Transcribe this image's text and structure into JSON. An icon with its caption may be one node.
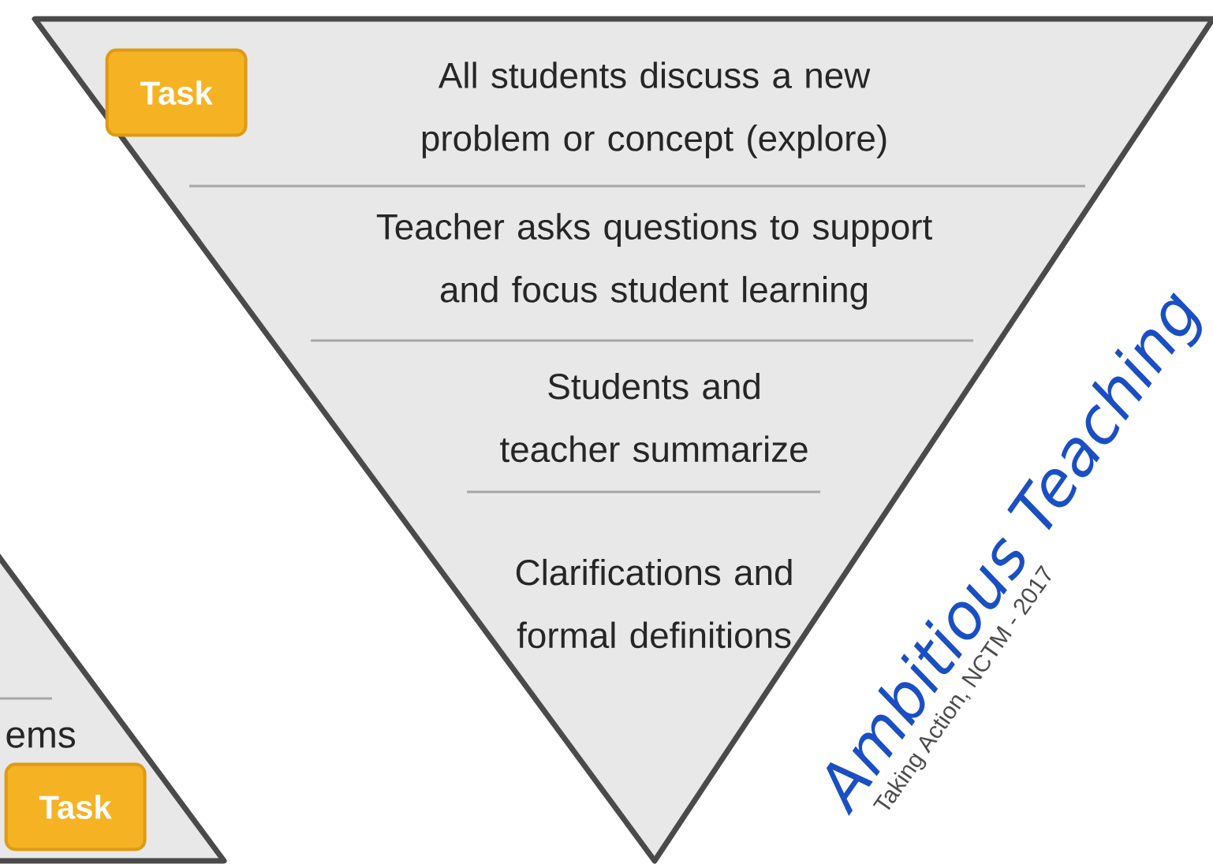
{
  "diagram": {
    "nodes": [
      {
        "text": [],
        "shape": "triangle"
      },
      {
        "text": [
          "All students discuss a new problem or concept (explore)"
        ],
        "in": 0
      },
      {
        "text": [
          "Teacher asks questions to support and focus student learning"
        ],
        "in": 0
      },
      {
        "text": [
          "Students and teacher summarize"
        ],
        "in": 0
      },
      {
        "text": [
          "Clarifications and formal definitions"
        ],
        "in": 0
      },
      {
        "text": [
          "Task"
        ],
        "in": 0
      },
      {
        "text": [],
        "shape": "triangle"
      },
      {
        "text": [
          "ems"
        ],
        "in": 6
      },
      {
        "text": [
          "Task"
        ],
        "in": 6
      }
    ],
    "labels": [
      "Ambitious Teaching",
      "Taking Action, NCTM - 2017"
    ]
  }
}
